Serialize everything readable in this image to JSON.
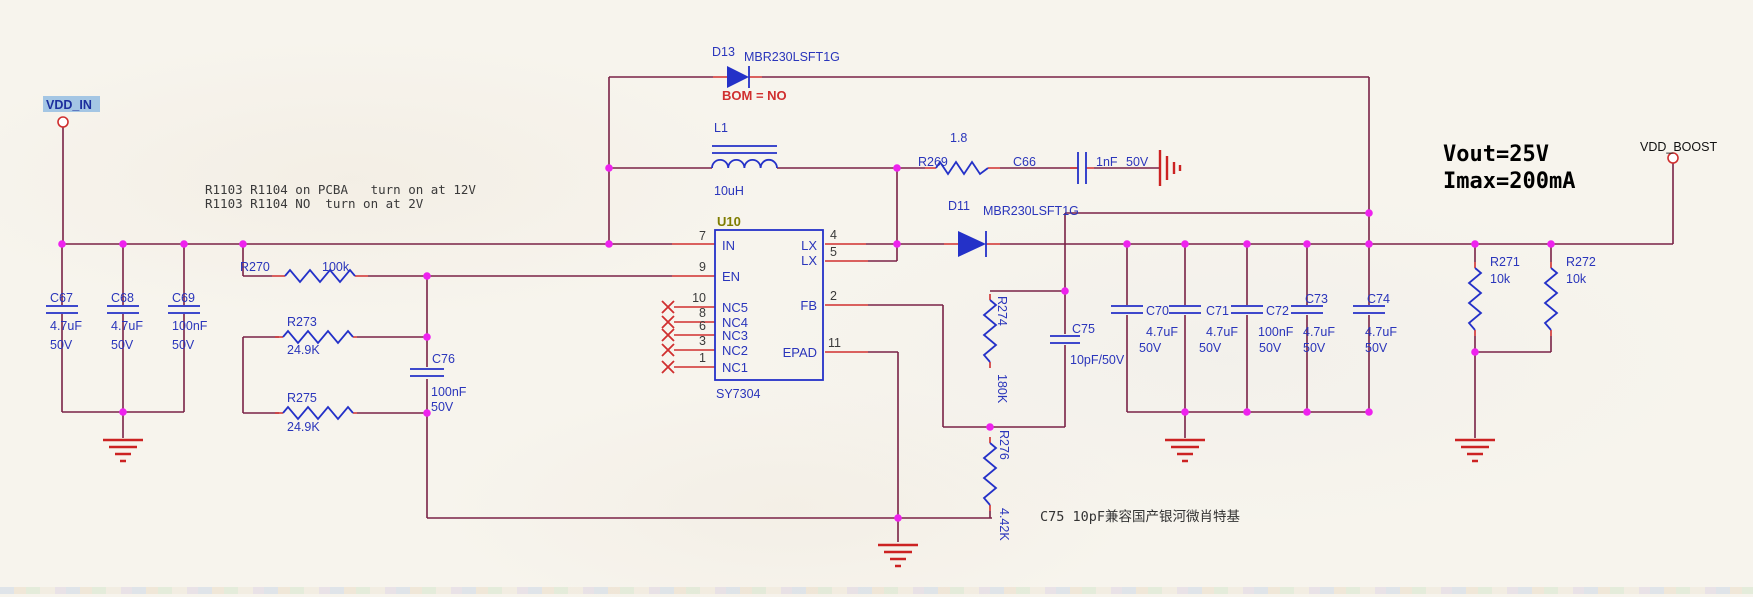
{
  "ports": {
    "input": "VDD_IN",
    "output": "VDD_BOOST"
  },
  "annotations": {
    "pcba_note_line1": "R1103 R1104 on PCBA   turn on at 12V",
    "pcba_note_line2": "R1103 R1104 NO  turn on at 2V",
    "bom_note": "BOM = NO",
    "spec_line1": "Vout=25V",
    "spec_line2": "Imax=200mA",
    "c75_note": "C75 10pF兼容国产银河微肖特基"
  },
  "ic": {
    "ref": "U10",
    "part": "SY7304",
    "left_pins": [
      {
        "num": "7",
        "name": "IN"
      },
      {
        "num": "9",
        "name": "EN"
      },
      {
        "num": "10",
        "name": "NC5"
      },
      {
        "num": "8",
        "name": "NC4"
      },
      {
        "num": "6",
        "name": "NC3"
      },
      {
        "num": "3",
        "name": "NC2"
      },
      {
        "num": "1",
        "name": "NC1"
      }
    ],
    "right_pins": [
      {
        "num": "4",
        "name": "LX"
      },
      {
        "num": "5",
        "name": "LX"
      },
      {
        "num": "2",
        "name": "FB"
      },
      {
        "num": "11",
        "name": "EPAD"
      }
    ]
  },
  "components": {
    "c67": {
      "ref": "C67",
      "value": "4.7uF",
      "volt": "50V"
    },
    "c68": {
      "ref": "C68",
      "value": "4.7uF",
      "volt": "50V"
    },
    "c69": {
      "ref": "C69",
      "value": "100nF",
      "volt": "50V"
    },
    "r270": {
      "ref": "R270",
      "value": "100k"
    },
    "r273": {
      "ref": "R273",
      "value": "24.9K"
    },
    "r275": {
      "ref": "R275",
      "value": "24.9K"
    },
    "c76": {
      "ref": "C76",
      "value": "100nF",
      "volt": "50V"
    },
    "d13": {
      "ref": "D13",
      "part": "MBR230LSFT1G"
    },
    "l1": {
      "ref": "L1",
      "value": "10uH"
    },
    "r269": {
      "ref": "R269",
      "value": "1.8"
    },
    "c66": {
      "ref": "C66",
      "value": "1nF",
      "volt": "50V"
    },
    "d11": {
      "ref": "D11",
      "part": "MBR230LSFT1G"
    },
    "r274": {
      "ref": "R274",
      "value": "180K"
    },
    "r276": {
      "ref": "R276",
      "value": "4.42K"
    },
    "c75": {
      "ref": "C75",
      "value": "10pF/50V"
    },
    "c70": {
      "ref": "C70",
      "value": "4.7uF",
      "volt": "50V"
    },
    "c71": {
      "ref": "C71",
      "value": "4.7uF",
      "volt": "50V"
    },
    "c72": {
      "ref": "C72",
      "value": "100nF",
      "volt": "50V"
    },
    "c73": {
      "ref": "C73",
      "value": "4.7uF",
      "volt": "50V"
    },
    "c74": {
      "ref": "C74",
      "value": "4.7uF",
      "volt": "50V"
    },
    "r271": {
      "ref": "R271",
      "value": "10k"
    },
    "r272": {
      "ref": "R272",
      "value": "10k"
    }
  },
  "colors": {
    "wire": "#7a2246",
    "lead": "#d02f2f",
    "symbol": "#2431c8",
    "junction": "#ee22ee",
    "ground": "#cc2222",
    "highlight": "#a4c6e4"
  }
}
